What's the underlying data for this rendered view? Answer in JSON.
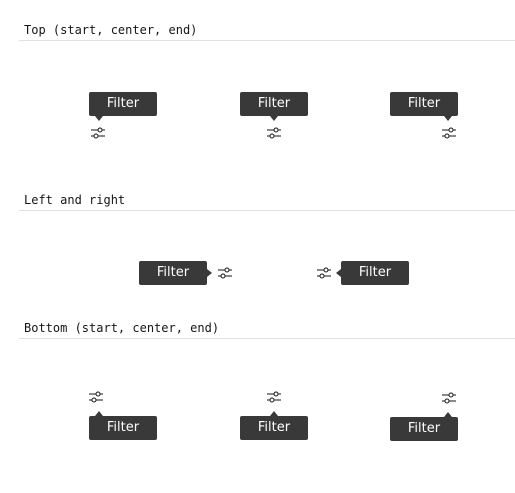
{
  "sections": [
    {
      "title": "Top (start, center, end)"
    },
    {
      "title": "Left and right"
    },
    {
      "title": "Bottom (start, center, end)"
    }
  ],
  "tooltips": {
    "top_start": "Filter",
    "top_center": "Filter",
    "top_end": "Filter",
    "left": "Filter",
    "right": "Filter",
    "bottom_start": "Filter",
    "bottom_center": "Filter",
    "bottom_end": "Filter"
  },
  "icons": {
    "trigger": "filter-icon"
  },
  "colors": {
    "tooltip_bg": "#393939",
    "tooltip_text": "#ffffff",
    "divider": "#e0e0e0"
  }
}
